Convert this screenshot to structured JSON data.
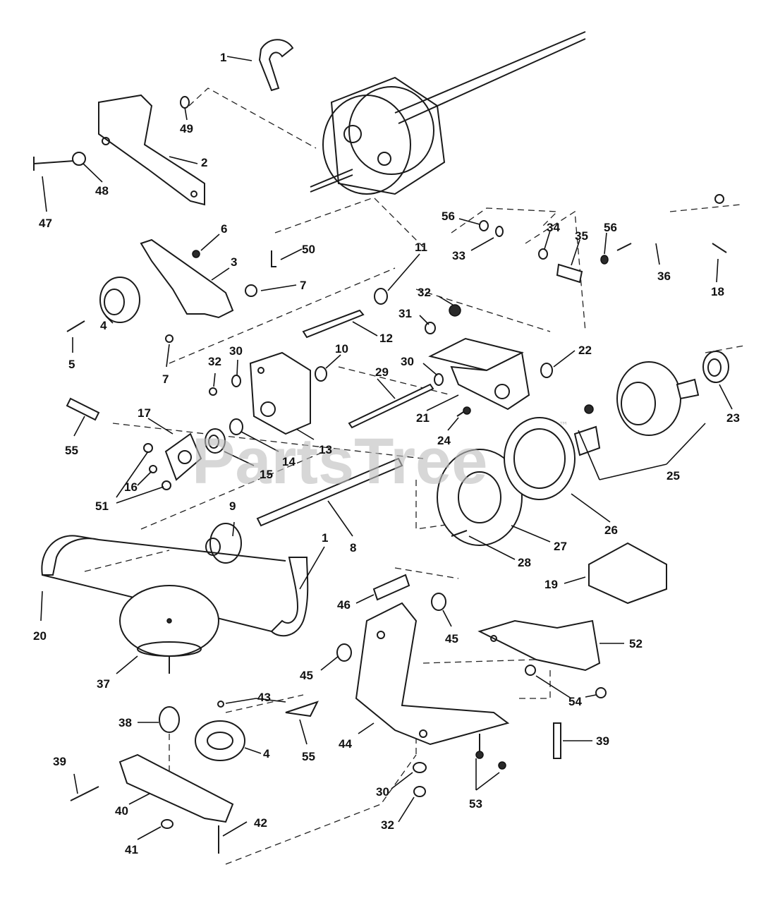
{
  "watermark": {
    "text": "PartsTree",
    "mark": "™"
  },
  "callouts": [
    "1",
    "2",
    "47",
    "48",
    "49",
    "6",
    "3",
    "50",
    "7",
    "4",
    "5",
    "7",
    "11",
    "12",
    "32",
    "31",
    "30",
    "10",
    "32",
    "30",
    "29",
    "21",
    "22",
    "56",
    "33",
    "34",
    "35",
    "56",
    "36",
    "18",
    "24",
    "25",
    "23",
    "17",
    "55",
    "16",
    "51",
    "15",
    "14",
    "13",
    "9",
    "8",
    "26",
    "27",
    "28",
    "1",
    "20",
    "37",
    "19",
    "46",
    "45",
    "45",
    "52",
    "54",
    "43",
    "38",
    "4",
    "55",
    "39",
    "44",
    "30",
    "53",
    "32",
    "40",
    "42",
    "41",
    "39"
  ],
  "colors": {
    "ink": "#1a1a1a",
    "watermark": "#bdbdbd",
    "background": "#ffffff"
  }
}
